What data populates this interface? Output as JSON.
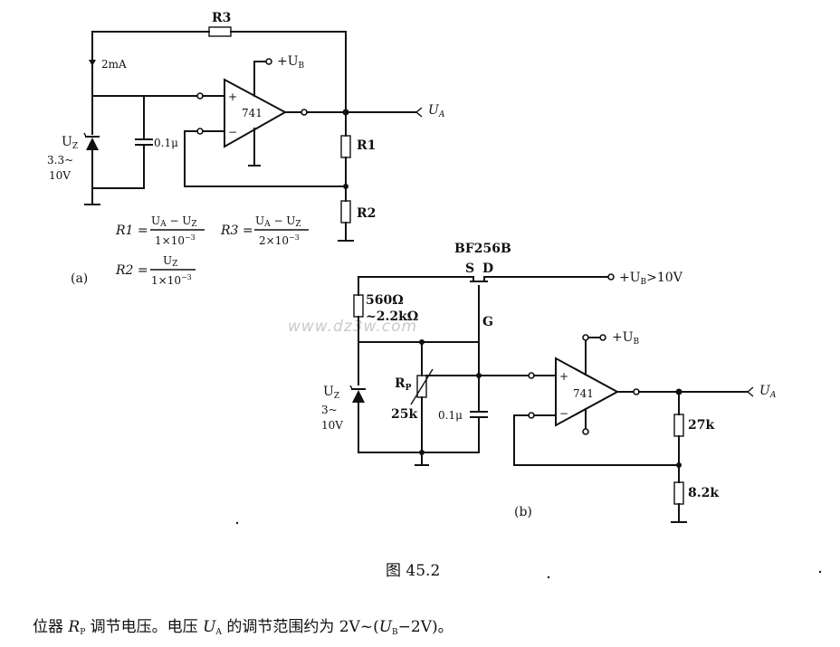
{
  "circuit_a": {
    "label": "(a)",
    "r3": "R3",
    "r1": "R1",
    "r2": "R2",
    "current": "2mA",
    "supply": "+U",
    "supply_sub": "B",
    "opamp": "741",
    "plus": "+",
    "minus": "−",
    "output": "U",
    "output_sub": "A",
    "zener": "U",
    "zener_sub": "Z",
    "zener_range_1": "3.3~",
    "zener_range_2": "10V",
    "cap": "0.1μ",
    "eq_r1_lhs": "R1 =",
    "eq_r1_num": "U",
    "eq_r1_num_sub1": "A",
    "eq_r1_num_mid": " − U",
    "eq_r1_num_sub2": "Z",
    "eq_r1_den": "1×10",
    "eq_r1_den_sup": "−3",
    "eq_r3_lhs": "R3 =",
    "eq_r3_num": "U",
    "eq_r3_num_sub1": "A",
    "eq_r3_num_mid": " − U",
    "eq_r3_num_sub2": "Z",
    "eq_r3_den": "2×10",
    "eq_r3_den_sup": "−3",
    "eq_r2_lhs": "R2 =",
    "eq_r2_num": "U",
    "eq_r2_num_sub": "Z",
    "eq_r2_den": "1×10",
    "eq_r2_den_sup": "−3"
  },
  "circuit_b": {
    "label": "(b)",
    "fet": "BF256B",
    "s": "S",
    "d": "D",
    "g": "G",
    "supply_in": "+U",
    "supply_in_sub": "B",
    "supply_in_tail": ">10V",
    "r_top_1": "560Ω",
    "r_top_2": "~2.2kΩ",
    "pot": "R",
    "pot_sub": "P",
    "pot_val": "25k",
    "zener": "U",
    "zener_sub": "Z",
    "zener_range_1": "3~",
    "zener_range_2": "10V",
    "cap": "0.1μ",
    "opamp": "741",
    "plus": "+",
    "minus": "−",
    "supply": "+U",
    "supply_sub": "B",
    "output": "U",
    "output_sub": "A",
    "r_fb": "27k",
    "r_gnd": "8.2k"
  },
  "watermark": "www.dz3w.com",
  "figure_caption": "图 45.2",
  "body_text": {
    "p1": "位器 ",
    "rp": "R",
    "rp_sub": "P",
    "p2": " 调节电压。电压 ",
    "ua": "U",
    "ua_sub": "A",
    "p3": " 的调节范围约为 2V~(",
    "ub": "U",
    "ub_sub": "B",
    "p4": "−2V)。"
  }
}
